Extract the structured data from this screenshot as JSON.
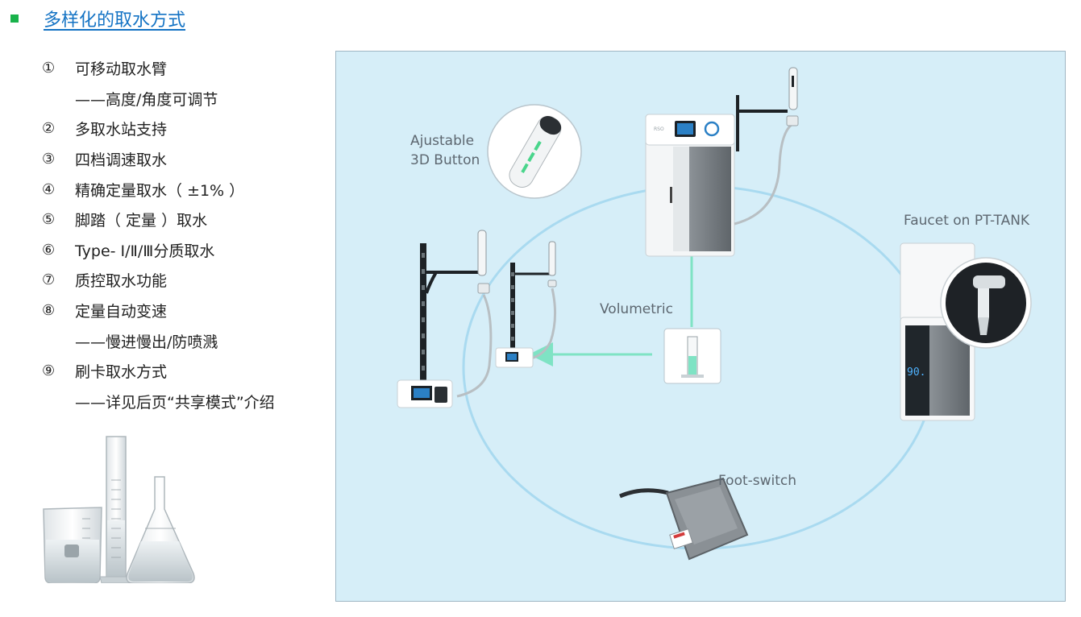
{
  "header": {
    "title": "多样化的取水方式",
    "accent_color": "#19b24b",
    "link_color": "#1473c4"
  },
  "features": [
    {
      "num": "①",
      "text": "可移动取水臂",
      "sub": "——高度/角度可调节"
    },
    {
      "num": "②",
      "text": "多取水站支持"
    },
    {
      "num": "③",
      "text": "四档调速取水"
    },
    {
      "num": "④",
      "text": "精确定量取水（ ±1% ）"
    },
    {
      "num": "⑤",
      "text": "脚踏（ 定量 ）取水"
    },
    {
      "num": "⑥",
      "text": "Type- Ⅰ/Ⅱ/Ⅲ分质取水"
    },
    {
      "num": "⑦",
      "text": "质控取水功能"
    },
    {
      "num": "⑧",
      "text": "定量自动变速",
      "sub": "——慢进慢出/防喷溅"
    },
    {
      "num": "⑨",
      "text": "刷卡取水方式",
      "sub": "——详见后页“共享模式”介绍"
    }
  ],
  "diagram": {
    "background": "#d6eef8",
    "arrow_color": "#7fe3c4",
    "circle_color": "#a9daf0",
    "labels": {
      "button": "Ajustable\n3D Button",
      "faucet": "Faucet on PT-TANK",
      "volumetric": "Volumetric",
      "foot": "Foot-switch"
    },
    "display_value": "90."
  }
}
